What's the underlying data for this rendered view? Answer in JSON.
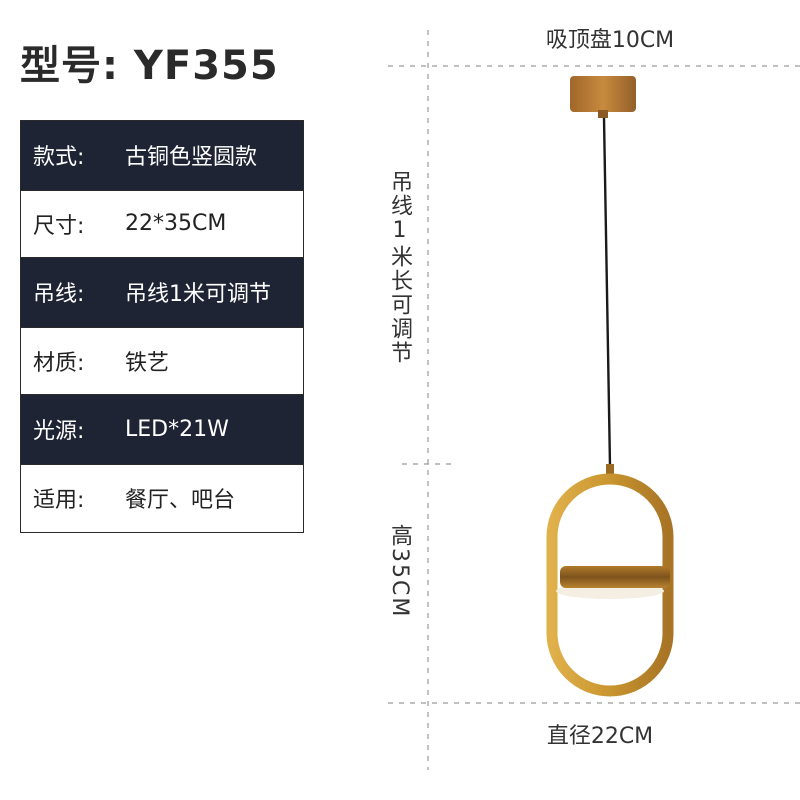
{
  "model": {
    "title": "型号: YF355"
  },
  "specs": [
    {
      "label": "款式:",
      "value": "古铜色竖圆款"
    },
    {
      "label": "尺寸:",
      "value": "22*35CM"
    },
    {
      "label": "吊线:",
      "value": "吊线1米可调节"
    },
    {
      "label": "材质:",
      "value": "铁艺"
    },
    {
      "label": "光源:",
      "value": "LED*21W"
    },
    {
      "label": "适用:",
      "value": "餐厅、吧台"
    }
  ],
  "dimensions": {
    "canopy": "吸顶盘10CM",
    "cable": "吊线1米长可调节",
    "height": "高35CM",
    "diameter": "直径22CM"
  },
  "colors": {
    "dark_row": "#1e2433",
    "brass": "#c9952f",
    "brass_dark": "#9b6b22"
  }
}
